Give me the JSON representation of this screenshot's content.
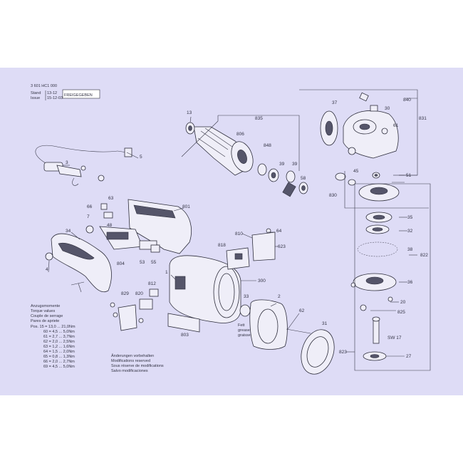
{
  "header": {
    "doc_number": "3 601 HC1 000",
    "stand_label": "Stand",
    "stand_value": "13-12",
    "issue_label": "Issue",
    "issue_value": "15-12-03",
    "stamp": "FREIGEGEBEN"
  },
  "part_labels": [
    {
      "id": "13",
      "text": "13"
    },
    {
      "id": "835",
      "text": "835"
    },
    {
      "id": "806",
      "text": "806"
    },
    {
      "id": "848",
      "text": "848"
    },
    {
      "id": "39a",
      "text": "39"
    },
    {
      "id": "39b",
      "text": "39"
    },
    {
      "id": "58",
      "text": "58"
    },
    {
      "id": "3",
      "text": "3"
    },
    {
      "id": "5",
      "text": "5"
    },
    {
      "id": "63",
      "text": "63"
    },
    {
      "id": "66",
      "text": "66"
    },
    {
      "id": "7",
      "text": "7"
    },
    {
      "id": "48",
      "text": "48"
    },
    {
      "id": "801",
      "text": "801"
    },
    {
      "id": "34",
      "text": "34"
    },
    {
      "id": "4",
      "text": "4"
    },
    {
      "id": "804",
      "text": "804"
    },
    {
      "id": "53",
      "text": "53"
    },
    {
      "id": "55",
      "text": "55"
    },
    {
      "id": "64",
      "text": "64"
    },
    {
      "id": "810",
      "text": "810"
    },
    {
      "id": "818",
      "text": "818"
    },
    {
      "id": "623",
      "text": "623"
    },
    {
      "id": "1",
      "text": "1"
    },
    {
      "id": "300",
      "text": "300"
    },
    {
      "id": "33",
      "text": "33"
    },
    {
      "id": "812",
      "text": "812"
    },
    {
      "id": "820",
      "text": "820"
    },
    {
      "id": "829",
      "text": "829"
    },
    {
      "id": "2",
      "text": "2"
    },
    {
      "id": "62",
      "text": "62"
    },
    {
      "id": "31",
      "text": "31"
    },
    {
      "id": "803",
      "text": "803"
    },
    {
      "id": "37",
      "text": "37"
    },
    {
      "id": "840",
      "text": "840"
    },
    {
      "id": "30",
      "text": "30"
    },
    {
      "id": "831",
      "text": "831"
    },
    {
      "id": "61",
      "text": "61"
    },
    {
      "id": "45",
      "text": "45"
    },
    {
      "id": "51",
      "text": "51"
    },
    {
      "id": "830",
      "text": "830"
    },
    {
      "id": "35",
      "text": "35"
    },
    {
      "id": "32",
      "text": "32"
    },
    {
      "id": "38",
      "text": "38"
    },
    {
      "id": "822",
      "text": "822"
    },
    {
      "id": "36",
      "text": "36"
    },
    {
      "id": "20",
      "text": "20"
    },
    {
      "id": "825",
      "text": "825"
    },
    {
      "id": "sw17",
      "text": "SW 17"
    },
    {
      "id": "823",
      "text": "823"
    },
    {
      "id": "27",
      "text": "27"
    }
  ],
  "grease_note": [
    "Fett",
    "grease",
    "graisse"
  ],
  "torque": {
    "heading": [
      "Anzugsmomente",
      "Torque values",
      "Couple de serrage",
      "Pares de apriete"
    ],
    "rows": [
      "Pos. 15  =  13,0 ... 21,0Nm",
      "60  =  4,5 ... 5,0Nm",
      "61  =  2,7 ... 3,7Nm",
      "62  =  2,0 ... 2,5Nm",
      "63  =  1,2 ... 1,6Nm",
      "64  =  1,5 ... 2,0Nm",
      "65  =  0,8 ... 1,3Nm",
      "66  =  2,0 ... 2,7Nm",
      "69  =  4,5 ... 5,0Nm"
    ]
  },
  "modifications": [
    "Änderungen vorbehalten",
    "Modifications reserved",
    "Sous réserve de modifications",
    "Salvo modificaciones"
  ]
}
